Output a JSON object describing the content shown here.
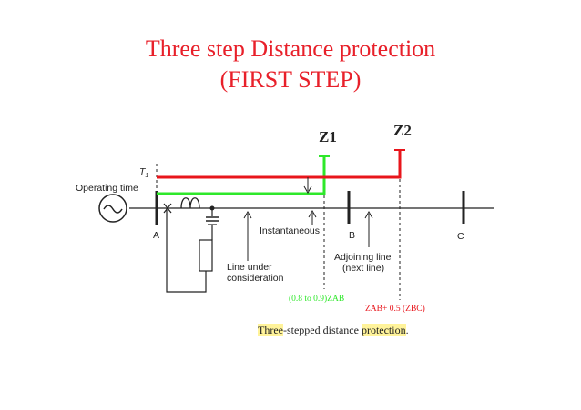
{
  "title": {
    "line1": "Three step Distance protection",
    "line2": "(FIRST STEP)"
  },
  "zones": {
    "z1": "Z1",
    "z2": "Z2"
  },
  "labels": {
    "t1": "T",
    "t1_sub": "1",
    "operating_time": "Operating time",
    "bus_a": "A",
    "bus_b": "B",
    "bus_c": "C",
    "instantaneous": "Instantaneous",
    "line_under_1": "Line under",
    "line_under_2": "consideration",
    "adjoining_1": "Adjoining line",
    "adjoining_2": "(next line)",
    "zone1_reach": "(0.8 to 0.9)ZAB",
    "zone2_reach": "ZAB+ 0.5 (ZBC)"
  },
  "caption": {
    "part1": "Three",
    "part2": "-stepped distance ",
    "part3": "protection",
    "part4": "."
  },
  "colors": {
    "title": "#e8202a",
    "zone1": "#2ee82a",
    "zone2": "#e8151b",
    "line": "#222222"
  }
}
